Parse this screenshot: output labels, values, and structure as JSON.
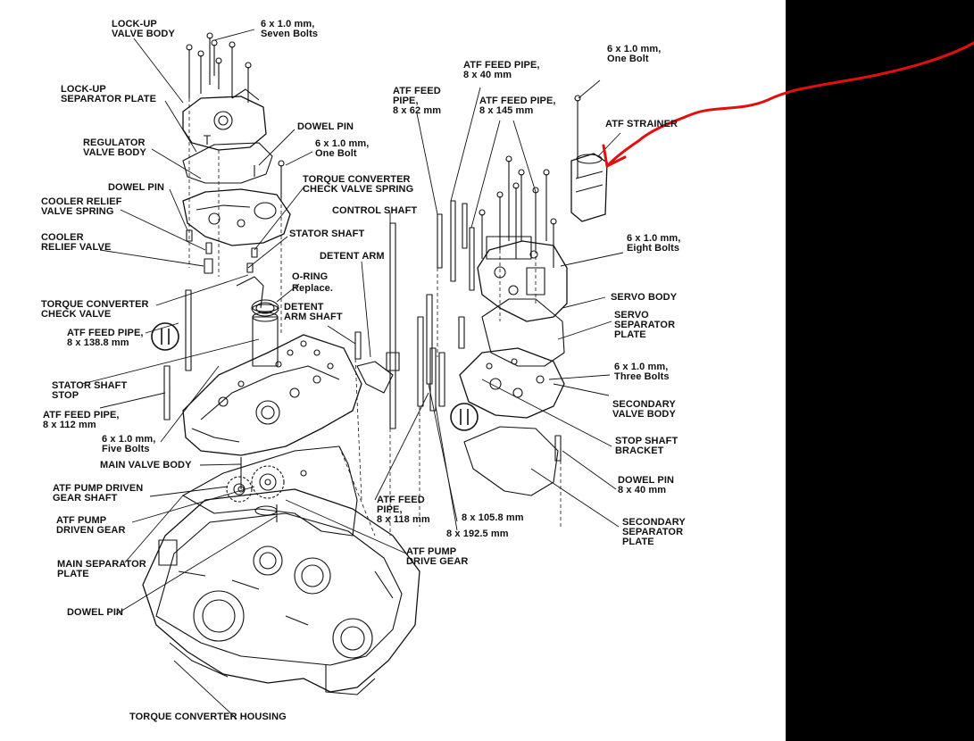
{
  "labels": {
    "lockup_valve_body": "LOCK-UP\nVALVE BODY",
    "bolts_seven": "6 x 1.0 mm,\nSeven Bolts",
    "lockup_separator_plate": "LOCK-UP\nSEPARATOR PLATE",
    "dowel_pin_top": "DOWEL PIN",
    "bolt_one_a": "6 x 1.0 mm,\nOne Bolt",
    "regulator_valve_body": "REGULATOR\nVALVE BODY",
    "tc_check_valve_spring": "TORQUE CONVERTER\nCHECK VALVE SPRING",
    "dowel_pin_left": "DOWEL PIN",
    "cooler_relief_valve_spring": "COOLER RELIEF\nVALVE SPRING",
    "control_shaft": "CONTROL SHAFT",
    "cooler_relief_valve": "COOLER\nRELIEF VALVE",
    "stator_shaft": "STATOR SHAFT",
    "detent_arm": "DETENT ARM",
    "oring": "O-RING",
    "oring_replace": "Replace.",
    "tc_check_valve": "TORQUE CONVERTER\nCHECK VALVE",
    "detent_arm_shaft": "DETENT\nARM SHAFT",
    "atf_feed_1388": "ATF FEED PIPE,\n8 x 138.8 mm",
    "stator_shaft_stop": "STATOR SHAFT\nSTOP",
    "atf_feed_112": "ATF FEED PIPE,\n8 x 112 mm",
    "bolts_five": "6 x 1.0 mm,\nFive Bolts",
    "main_valve_body": "MAIN VALVE BODY",
    "atf_pump_driven_gear_shaft": "ATF PUMP DRIVEN\nGEAR SHAFT",
    "atf_pump_driven_gear": "ATF PUMP\nDRIVEN GEAR",
    "main_separator_plate": "MAIN SEPARATOR\nPLATE",
    "dowel_pin_bottom": "DOWEL PIN",
    "torque_converter_housing": "TORQUE CONVERTER HOUSING",
    "atf_feed_62": "ATF FEED\nPIPE,\n8 x 62 mm",
    "atf_feed_40": "ATF FEED PIPE,\n8 x 40 mm",
    "atf_feed_145": "ATF FEED PIPE,\n8 x 145 mm",
    "bolt_one_b": "6 x 1.0 mm,\nOne Bolt",
    "atf_strainer": "ATF STRAINER",
    "bolts_eight": "6 x 1.0 mm,\nEight Bolts",
    "servo_body": "SERVO BODY",
    "servo_separator_plate": "SERVO\nSEPARATOR\nPLATE",
    "bolts_three": "6 x 1.0 mm,\nThree Bolts",
    "secondary_valve_body": "SECONDARY\nVALVE BODY",
    "stop_shaft_bracket": "STOP SHAFT\nBRACKET",
    "dowel_pin_8x40": "DOWEL PIN\n8 x 40 mm",
    "secondary_separator_plate": "SECONDARY\nSEPARATOR\nPLATE",
    "atf_feed_118": "ATF FEED\nPIPE,\n8 x 118 mm",
    "pipe_1058": "8 x 105.8 mm",
    "pipe_1925": "8 x 192.5 mm",
    "atf_pump_drive_gear": "ATF PUMP\nDRIVE GEAR"
  },
  "colors": {
    "ink": "#111111",
    "annotation": "#e01010",
    "panel": "#000000",
    "background": "#ffffff"
  },
  "icons": {
    "pipe_section_left": "pipe-cross-section-icon",
    "pipe_section_right": "pipe-cross-section-icon"
  }
}
